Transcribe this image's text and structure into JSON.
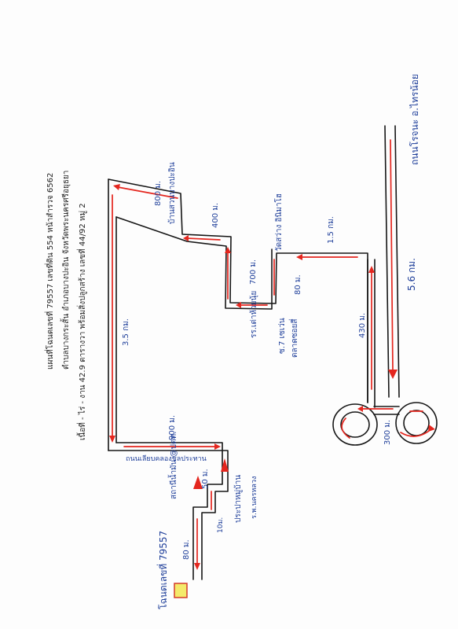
{
  "header": {
    "line1": "แผนที่โฉนดเลขที่ 79557 เลขที่ดิน 554 หน้าสำรวจ 6562",
    "line2": "ตำบลบางกระสั้น อำเภอบางปะอิน จังหวัดพระนครศรีอยุธยา",
    "line3": "เนื้อที่ - ไร่ - งาน 42.9 ตารางวา พร้อมสิ่งปลูกสร้าง เลขที่ 44/92 หมู่ 2"
  },
  "distances": {
    "d_800": "800 ม.",
    "d_400": "400 ม.",
    "d_700": "700 ม.",
    "d_80a": "80 ม.",
    "d_1_5": "1.5 กม.",
    "d_5_6": "5.6 กม.",
    "d_3_5": "3.5 กม.",
    "d_430": "430 ม.",
    "d_300": "300 ม.",
    "d_900": "900 ม.",
    "d_50": "50 ม.",
    "d_10": "10ม.",
    "d_80b": "80 ม."
  },
  "places": {
    "ban_suan": "บ้านสวนบางปะอิน",
    "wat_sawang": "วัดสว่าง อินิมาโฮ",
    "rongrian": "รร.เต่าห้วยนุ้ย",
    "seven_eleven": "ซ.7 เซเว่น",
    "talad": "ตลาดซอยสี่",
    "river_road": "ถนนเลียบคลองชลประทาน",
    "pump_station": "สถานีน้ำมัน @ปตท.",
    "prapa": "ประปาหมู่บ้าน",
    "hospital": "ร.พ.นครหลวง",
    "main_road": "ถนนโรจนะ อ.ไทรน้อย",
    "land_label": "โฉนดเลขที่ 79557"
  },
  "colors": {
    "road": "#161616",
    "arrow": "#e4261e",
    "label_blue": "#1f3f9a",
    "marker_fill": "#f4ea6a",
    "marker_stroke": "#d43b2a"
  }
}
